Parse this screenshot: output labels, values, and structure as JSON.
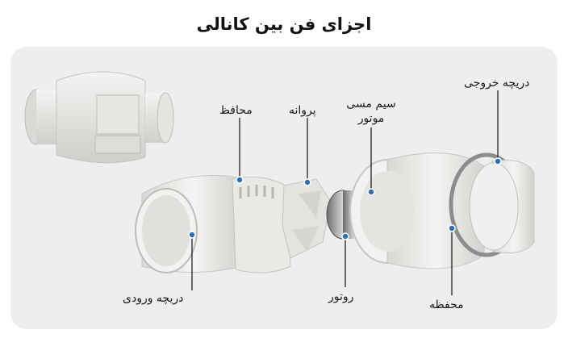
{
  "title": "اجزای فن بین کانالی",
  "colors": {
    "panel": "#eeeeee",
    "dot": "#2f6fb3",
    "line": "#111111",
    "part": "#e8e8e6",
    "partShade": "#c9c9c6"
  },
  "labels": {
    "outlet": "دریچه خروجی",
    "guard": "محافظ",
    "impeller": "پروانه",
    "winding_line1": "سیم مسی",
    "winding_line2": "موتور",
    "inlet": "دریچه ورودی",
    "rotor": "روتور",
    "housing": "محفظه"
  }
}
